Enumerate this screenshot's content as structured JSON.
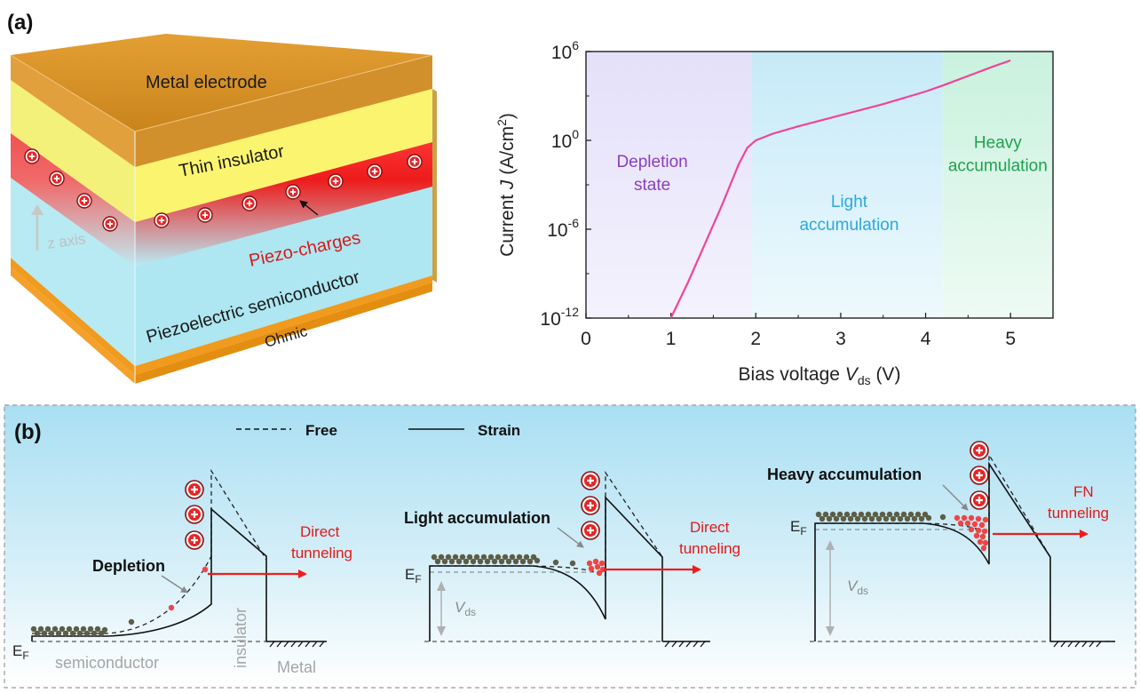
{
  "panel_a": {
    "label": "(a)",
    "device": {
      "metal": "Metal electrode",
      "insulator": "Thin insulator",
      "piezo_charges": "Piezo-charges",
      "z_axis": "z axis",
      "semiconductor": "Piezoelectric semiconductor",
      "ohmic": "Ohmic",
      "plus_symbol": "+"
    }
  },
  "chart_data": {
    "type": "line",
    "xlabel_main": "Bias voltage ",
    "xlabel_var": "V",
    "xlabel_sub": "ds",
    "xlabel_unit": " (V)",
    "ylabel_main": "Current ",
    "ylabel_var": "J",
    "ylabel_unit_pre": " (A/cm",
    "ylabel_unit_sup": "2",
    "ylabel_unit_post": ")",
    "xlim": [
      0,
      5.5
    ],
    "ylim_log10": [
      -12,
      6
    ],
    "x_ticks": [
      "0",
      "1",
      "2",
      "3",
      "4",
      "5"
    ],
    "y_ticks": [
      {
        "base": "10",
        "exp": "-12",
        "log": -12
      },
      {
        "base": "10",
        "exp": "-6",
        "log": -6
      },
      {
        "base": "10",
        "exp": "0",
        "log": 0
      },
      {
        "base": "10",
        "exp": "6",
        "log": 6
      }
    ],
    "regions": [
      {
        "name_lines": [
          "Depletion",
          "state"
        ],
        "x_range": [
          0,
          1.95
        ],
        "color": "#e6e3fa",
        "text_color": "#8a3fc0"
      },
      {
        "name_lines": [
          "Light",
          "accumulation"
        ],
        "x_range": [
          1.95,
          4.2
        ],
        "color": "#c8ecf9",
        "text_color": "#2aa8e0"
      },
      {
        "name_lines": [
          "Heavy",
          "accumulation"
        ],
        "x_range": [
          4.2,
          5.5
        ],
        "color": "#cdf3e0",
        "text_color": "#20a050"
      }
    ],
    "series": [
      {
        "color": "#f0449a",
        "x": [
          1.0,
          1.2,
          1.4,
          1.6,
          1.8,
          1.9,
          2.0,
          2.2,
          2.5,
          3.0,
          3.5,
          4.0,
          4.2,
          4.5,
          4.8,
          5.0
        ],
        "log10_y": [
          -12.0,
          -9.6,
          -7.0,
          -4.4,
          -1.6,
          -0.5,
          0.0,
          0.45,
          0.95,
          1.7,
          2.45,
          3.3,
          3.7,
          4.35,
          5.0,
          5.4
        ]
      }
    ]
  },
  "panel_b": {
    "label": "(b)",
    "legend_free": "Free",
    "legend_strain": "Strain",
    "plus_symbol": "+",
    "d1": {
      "depletion": "Depletion",
      "tunnel_line1": "Direct",
      "tunnel_line2": "tunneling",
      "ef": "E",
      "ef_sub": "F",
      "semiconductor": "semiconductor",
      "insulator": "insulator",
      "metal": "Metal"
    },
    "d2": {
      "title": "Light accumulation",
      "tunnel_line1": "Direct",
      "tunnel_line2": "tunneling",
      "ef": "E",
      "ef_sub": "F",
      "vds": "V",
      "vds_sub": "ds"
    },
    "d3": {
      "title": "Heavy accumulation",
      "tunnel_line1": "FN",
      "tunnel_line2": "tunneling",
      "ef": "E",
      "ef_sub": "F",
      "vds": "V",
      "vds_sub": "ds"
    }
  }
}
